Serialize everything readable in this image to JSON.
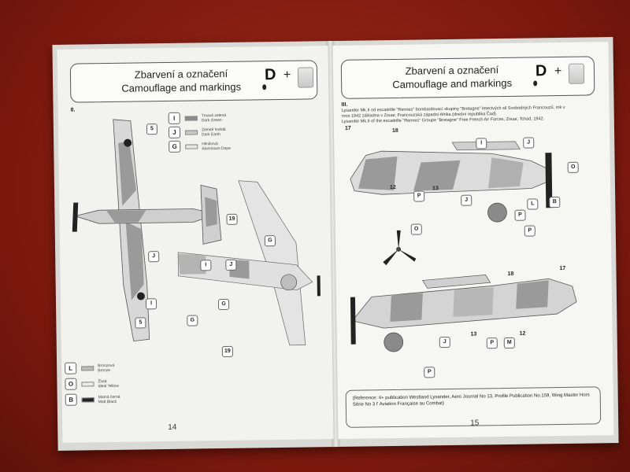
{
  "left_page": {
    "header": {
      "title_cs": "Zbarvení a označení",
      "title_en": "Camouflage and markings",
      "paint_code": "D",
      "plus": "+"
    },
    "section": "8.",
    "legend_top": [
      {
        "code": "I",
        "name_cs": "Tmavá zelená",
        "name_en": "Dark Green",
        "color": "#8d8d8d"
      },
      {
        "code": "J",
        "name_cs": "Zemitě hnědá",
        "name_en": "Dark Earth",
        "color": "#c8c8c8"
      },
      {
        "code": "G",
        "name_cs": "Hliníková",
        "name_en": "Aluminium Dope",
        "color": "#e6e6e6"
      }
    ],
    "legend_bottom": [
      {
        "code": "L",
        "name_cs": "Bronzová",
        "name_en": "Bronze",
        "color": "#bcbcbc"
      },
      {
        "code": "O",
        "name_cs": "Žlutá",
        "name_en": "Ideal Yellow",
        "color": "#ececec"
      },
      {
        "code": "B",
        "name_cs": "Matná černá",
        "name_en": "Matt Black",
        "color": "#222222"
      }
    ],
    "callouts": [
      "5",
      "J",
      "I",
      "5",
      "19",
      "G",
      "I",
      "J",
      "G",
      "G",
      "19"
    ],
    "page_number": "14"
  },
  "right_page": {
    "header": {
      "title_cs": "Zbarvení a označení",
      "title_en": "Camouflage and markings",
      "paint_code": "D",
      "plus": "+"
    },
    "section": "III.",
    "caption_line1": "Lysander Mk.II od escadrille \"Rennes\" bombardovací skupiny \"Bretagne\" letectvých sil Svobodných Francouzů, rok v",
    "caption_line2": "roce 1942 základna v Zouar, Francouzská západní Afrika (dnešní republika Čad).",
    "caption_line3": "Lysander Mk.II of the escadrille \"Rennes\" Groupe \"Bretagne\" Free French Air Forces, Zouar, Tchad, 1942.",
    "callouts_top": [
      "17",
      "18",
      "I",
      "J",
      "12",
      "P",
      "13",
      "J",
      "P",
      "L",
      "B",
      "O",
      "O",
      "P"
    ],
    "callouts_bottom": [
      "18",
      "17",
      "J",
      "13",
      "P",
      "M",
      "12",
      "P"
    ],
    "footer": "(Reference: 4+ publication Westland Lysander, Aero Journal No 13, Profile Publication  No.159, Wing Master Hors Série No 3 l' Aviation Française au Combat)",
    "page_number": "15"
  }
}
